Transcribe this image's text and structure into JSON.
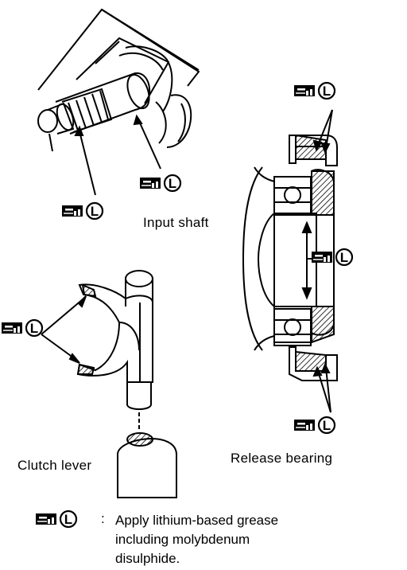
{
  "labels": {
    "input_shaft": "Input shaft",
    "clutch_lever": "Clutch lever",
    "release_bearing": "Release bearing"
  },
  "legend": {
    "symbol_letter": "L",
    "separator": ":",
    "lines": [
      "Apply lithium-based grease",
      "including molybdenum",
      "disulphide."
    ]
  },
  "icons": [
    "grease-gun-icon",
    "lithium-grease-L-icon"
  ]
}
